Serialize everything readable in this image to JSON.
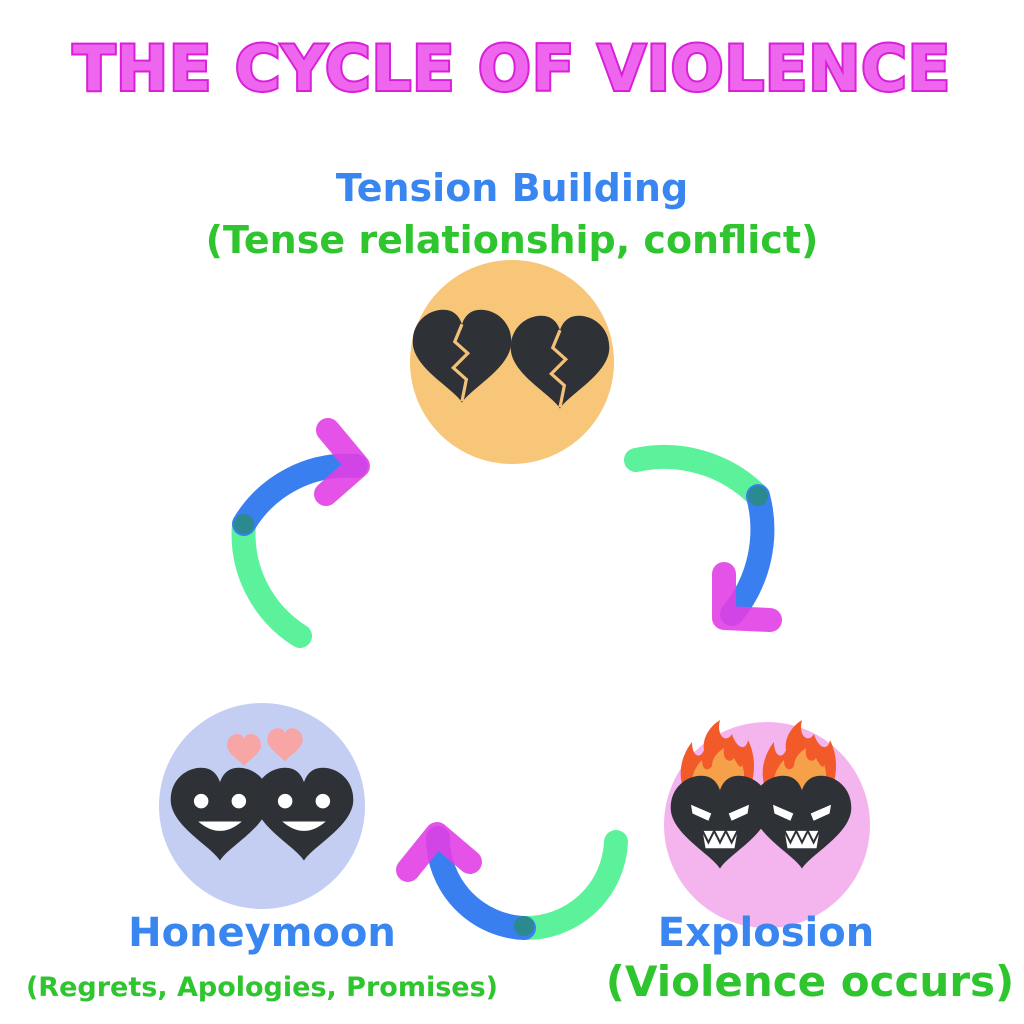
{
  "title": "THE CYCLE OF VIOLENCE",
  "colors": {
    "title_fill": "#ee66ee",
    "title_stroke": "#d91fd9",
    "stage_name": "#3a86f0",
    "stage_desc": "#2ec52e",
    "tension_circle": "#f7c679",
    "explosion_circle": "#f4b5ef",
    "honeymoon_circle": "#c4cef3",
    "heart": "#2e3237",
    "arc_start": "#5cf29c",
    "arc_end": "#3a7ff0",
    "arrowhead": "#e23fe6"
  },
  "stages": {
    "tension": {
      "name": "Tension Building",
      "description": "(Tense relationship, conflict)",
      "icon": "broken-hearts-icon"
    },
    "explosion": {
      "name": "Explosion",
      "description": "(Violence occurs)",
      "icon": "angry-flaming-hearts-icon"
    },
    "honeymoon": {
      "name": "Honeymoon",
      "description": "(Regrets, Apologies, Promises)",
      "icon": "smiling-hearts-icon"
    }
  },
  "flow": [
    "tension",
    "explosion",
    "honeymoon",
    "tension"
  ]
}
